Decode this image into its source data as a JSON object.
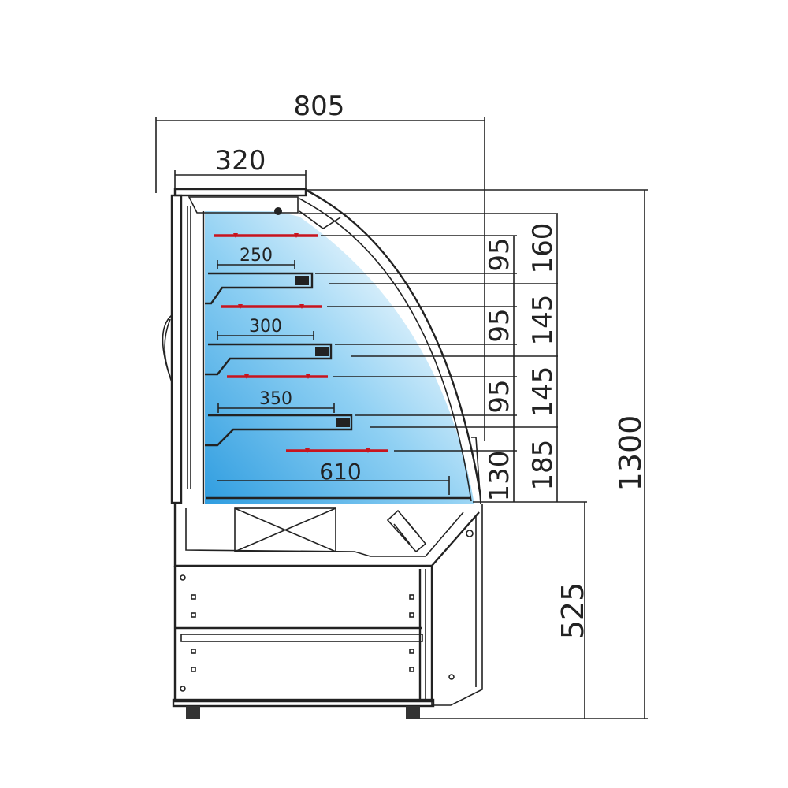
{
  "dimensions": {
    "overall_depth": "805",
    "top_depth": "320",
    "shelf_depths": [
      "250",
      "300",
      "350"
    ],
    "base_depth": "610",
    "shelf_spacing_inner": [
      "95",
      "95",
      "95",
      "130"
    ],
    "shelf_spacing_outer": [
      "160",
      "145",
      "145",
      "185"
    ],
    "base_height": "525",
    "overall_height": "1300"
  },
  "colors": {
    "display_area": "#4fb3e8",
    "price_rail": "#c8141e",
    "line": "#222222"
  }
}
